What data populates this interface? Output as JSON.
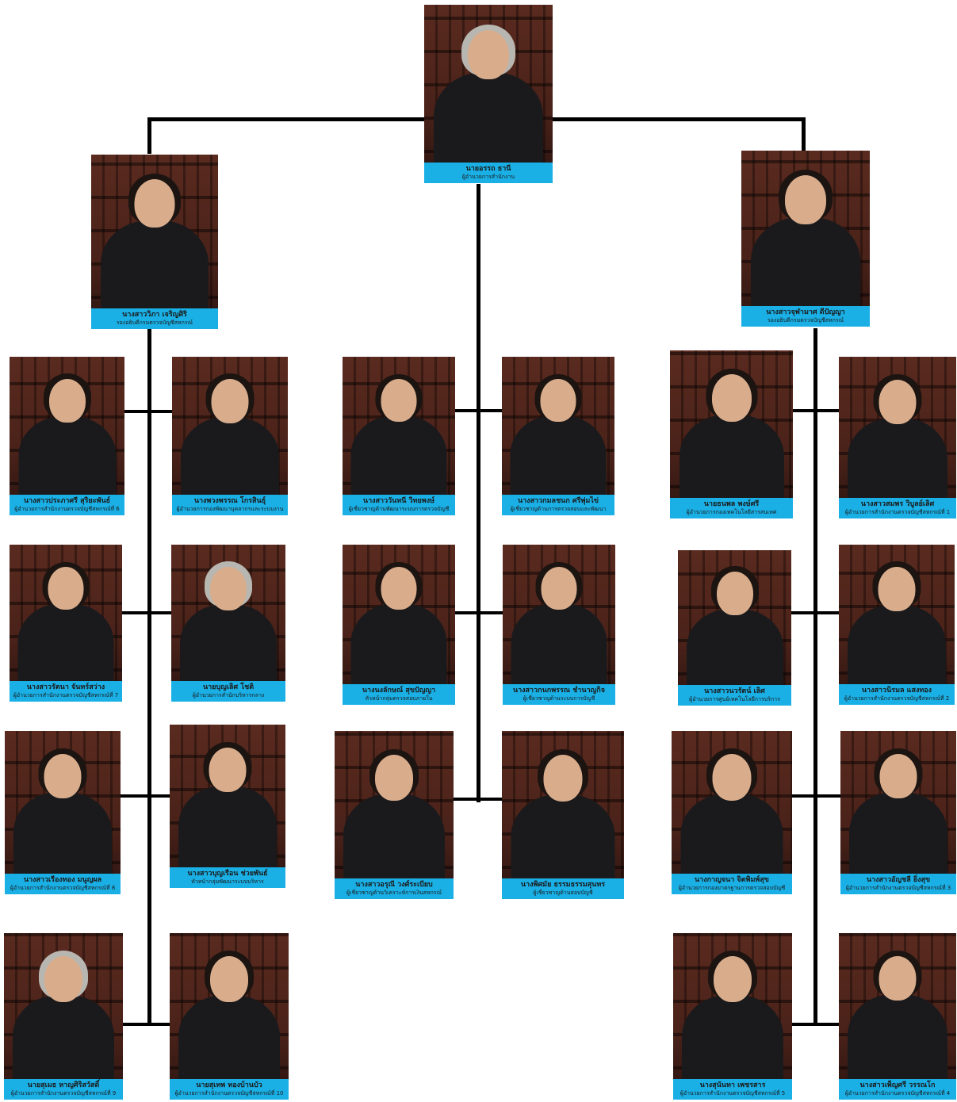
{
  "people": [
    {
      "id": "p0",
      "name": "นายอรรถ ธานี",
      "position": "ผู้อำนวยการสำนักงาน",
      "hair": "grey"
    },
    {
      "id": "p1",
      "name": "นางสาววิภา เจริญศิริ",
      "position": "รองอธิบดีกรมตรวจบัญชีสหกรณ์",
      "hair": "dark"
    },
    {
      "id": "p2",
      "name": "นางสาวจุฬามาศ ดีปัญญา",
      "position": "รองอธิบดีกรมตรวจบัญชีสหกรณ์",
      "hair": "dark"
    },
    {
      "id": "p3",
      "name": "นางสาวประภาศรี สุริยะพันธ์",
      "position": "ผู้อำนวยการสำนักงานตรวจบัญชีสหกรณ์ที่ 6",
      "hair": "dark"
    },
    {
      "id": "p4",
      "name": "นางพวงพรรณ โกรสินธุ์",
      "position": "ผู้อำนวยการกองพัฒนาบุคลากรและระบบงาน",
      "hair": "dark"
    },
    {
      "id": "p5",
      "name": "นางสาววันทนี วิทยพงษ์",
      "position": "ผู้เชี่ยวชาญด้านพัฒนาระบบการตรวจบัญชี",
      "hair": "dark"
    },
    {
      "id": "p6",
      "name": "นางสาวกมลชนก ศรีพุ่มไข่",
      "position": "ผู้เชี่ยวชาญด้านการตรวจสอบและพัฒนา",
      "hair": "dark"
    },
    {
      "id": "p7",
      "name": "นายธนพล พงษ์ศรี",
      "position": "ผู้อำนวยการกองเทคโนโลยีสารสนเทศ",
      "hair": "dark"
    },
    {
      "id": "p8",
      "name": "นางสาวสมพร วิบูลย์เลิศ",
      "position": "ผู้อำนวยการสำนักงานตรวจบัญชีสหกรณ์ที่ 1",
      "hair": "dark"
    },
    {
      "id": "p9",
      "name": "นางสาวรัตนา จันทร์สว่าง",
      "position": "ผู้อำนวยการสำนักงานตรวจบัญชีสหกรณ์ที่ 7",
      "hair": "dark"
    },
    {
      "id": "p10",
      "name": "นายบุญเลิศ โชติ",
      "position": "ผู้อำนวยการสำนักบริหารกลาง",
      "hair": "grey"
    },
    {
      "id": "p11",
      "name": "นางนงลักษณ์ สุขปัญญา",
      "position": "หัวหน้ากลุ่มตรวจสอบภายใน",
      "hair": "dark"
    },
    {
      "id": "p12",
      "name": "นางสาวกนกพรรณ ชำนาญกิจ",
      "position": "ผู้เชี่ยวชาญด้านระบบการบัญชี",
      "hair": "dark"
    },
    {
      "id": "p13",
      "name": "นางสาวนวรัตน์ เลิศ",
      "position": "ผู้อำนวยการศูนย์เทคโนโลยีการบริการ",
      "hair": "dark"
    },
    {
      "id": "p14",
      "name": "นางสาวนิรมล แสงทอง",
      "position": "ผู้อำนวยการสำนักงานตรวจบัญชีสหกรณ์ที่ 2",
      "hair": "dark"
    },
    {
      "id": "p15",
      "name": "นางสาวเรืองทอง มนูญผล",
      "position": "ผู้อำนวยการสำนักงานตรวจบัญชีสหกรณ์ที่ 8",
      "hair": "dark"
    },
    {
      "id": "p16",
      "name": "นางสาวบุญเรือน ช่วยพันธ์",
      "position": "หัวหน้ากลุ่มพัฒนาระบบบริหาร",
      "hair": "dark"
    },
    {
      "id": "p17",
      "name": "นางสาวอรุณี วงศ์ระเบียบ",
      "position": "ผู้เชี่ยวชาญด้านวิเคราะห์การเงินสหกรณ์",
      "hair": "dark"
    },
    {
      "id": "p18",
      "name": "นางพิศมัย ธรรมธรรมสุนทร",
      "position": "ผู้เชี่ยวชาญด้านสอบบัญชี",
      "hair": "dark"
    },
    {
      "id": "p19",
      "name": "นางกาญจนา จิตพิมพ์สุข",
      "position": "ผู้อำนวยการกองมาตรฐานการตรวจสอบบัญชี",
      "hair": "dark"
    },
    {
      "id": "p20",
      "name": "นางสาวอัญชลี ยิ่งสุข",
      "position": "ผู้อำนวยการสำนักงานตรวจบัญชีสหกรณ์ที่ 3",
      "hair": "dark"
    },
    {
      "id": "p21",
      "name": "นายสุเมธ หาญศิริสวัสดิ์",
      "position": "ผู้อำนวยการสำนักงานตรวจบัญชีสหกรณ์ที่ 9",
      "hair": "grey"
    },
    {
      "id": "p22",
      "name": "นายสุเทพ ทองบ้านบัว",
      "position": "ผู้อำนวยการสำนักงานตรวจบัญชีสหกรณ์ที่ 10",
      "hair": "dark"
    },
    {
      "id": "p23",
      "name": "นางสุนันทา เพชรสาร",
      "position": "ผู้อำนวยการสำนักงานตรวจบัญชีสหกรณ์ที่ 5",
      "hair": "dark"
    },
    {
      "id": "p24",
      "name": "นางสาวเพ็ญศรี วรรณโก",
      "position": "ผู้อำนวยการสำนักงานตรวจบัญชีสหกรณ์ที่ 4",
      "hair": "dark"
    }
  ]
}
